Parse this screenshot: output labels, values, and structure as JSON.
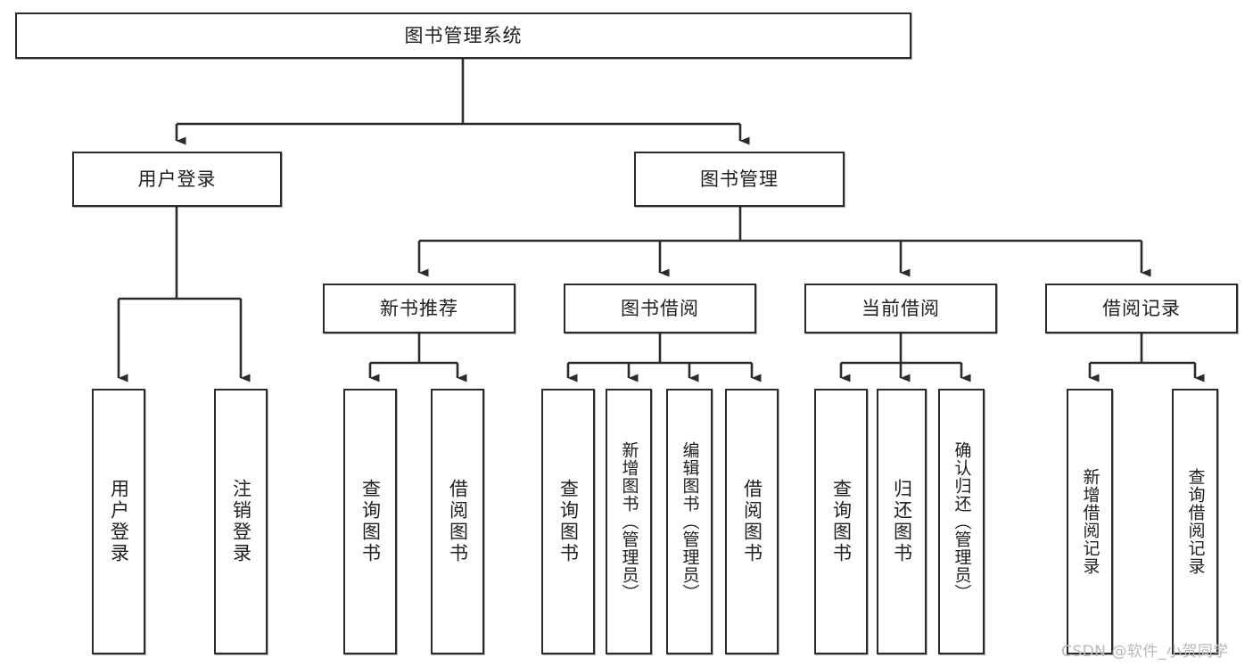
{
  "diagram": {
    "type": "tree-hierarchy",
    "title": "图书管理系统",
    "root": {
      "label": "图书管理系统"
    },
    "level2": [
      {
        "label": "用户登录"
      },
      {
        "label": "图书管理"
      }
    ],
    "level3": [
      {
        "label": "新书推荐"
      },
      {
        "label": "图书借阅"
      },
      {
        "label": "当前借阅"
      },
      {
        "label": "借阅记录"
      }
    ],
    "leaves": {
      "user_login": [
        {
          "label": "用户登录"
        },
        {
          "label": "注销登录"
        }
      ],
      "new_book_recommend": [
        {
          "label": "查询图书"
        },
        {
          "label": "借阅图书"
        }
      ],
      "book_borrow": [
        {
          "label": "查询图书"
        },
        {
          "label": "新增图书（管理员）"
        },
        {
          "label": "编辑图书（管理员）"
        },
        {
          "label": "借阅图书"
        }
      ],
      "current_borrow": [
        {
          "label": "查询图书"
        },
        {
          "label": "归还图书"
        },
        {
          "label": "确认归还（管理员）"
        }
      ],
      "borrow_record": [
        {
          "label": "新增借阅记录"
        },
        {
          "label": "查询借阅记录"
        }
      ]
    }
  },
  "watermark": {
    "text": "CSDN @软件_小贺同学"
  },
  "colors": {
    "box_border": "#2b2b2b",
    "box_fill": "#ffffff",
    "edge": "#2b2b2b",
    "text": "#1f1f1f",
    "watermark": "#b9b9b9",
    "background": "#ffffff"
  }
}
